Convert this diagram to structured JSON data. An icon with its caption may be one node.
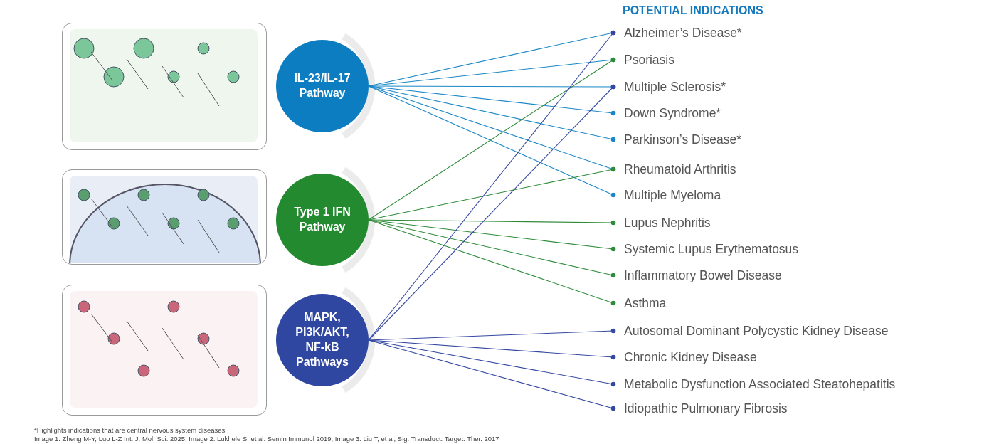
{
  "diagram": {
    "title": "POTENTIAL INDICATIONS",
    "nodes": [
      {
        "text": [],
        "shape": "picture"
      },
      {
        "text": [
          "IL-23/IL-17 Pathway"
        ]
      },
      {
        "text": [],
        "shape": "picture"
      },
      {
        "text": [
          "Type 1 IFN Pathway"
        ]
      },
      {
        "text": [],
        "shape": "picture"
      },
      {
        "text": [
          "MAPK, PI3K/AKT, NF-kB Pathways"
        ]
      },
      {
        "text": [
          "Alzheimer’s Disease*"
        ]
      },
      {
        "text": [
          "Psoriasis"
        ]
      },
      {
        "text": [
          "Multiple Sclerosis*"
        ]
      },
      {
        "text": [
          "Down Syndrome*"
        ]
      },
      {
        "text": [
          "Parkinson’s Disease*"
        ]
      },
      {
        "text": [
          "Rheumatoid Arthritis"
        ]
      },
      {
        "text": [
          "Multiple Myeloma"
        ]
      },
      {
        "text": [
          "Lupus Nephritis"
        ]
      },
      {
        "text": [
          "Systemic Lupus Erythematosus"
        ]
      },
      {
        "text": [
          "Inflammatory Bowel Disease"
        ]
      },
      {
        "text": [
          "Asthma"
        ]
      },
      {
        "text": [
          "Autosomal Dominant Polycystic Kidney Disease"
        ]
      },
      {
        "text": [
          "Chronic Kidney Disease"
        ]
      },
      {
        "text": [
          "Metabolic Dysfunction Associated Steatohepatitis"
        ]
      },
      {
        "text": [
          "Idiopathic Pulmonary Fibrosis"
        ]
      }
    ],
    "edges": [
      {
        "from": 1,
        "to": 6,
        "arrow": "other",
        "color": "#1a86c6"
      },
      {
        "from": 1,
        "to": 7,
        "arrow": "other",
        "color": "#1a86c6"
      },
      {
        "from": 1,
        "to": 8,
        "arrow": "other",
        "color": "#1a86c6"
      },
      {
        "from": 1,
        "to": 9,
        "arrow": "other",
        "color": "#1a86c6"
      },
      {
        "from": 1,
        "to": 10,
        "arrow": "other",
        "color": "#1a86c6"
      },
      {
        "from": 1,
        "to": 11,
        "arrow": "other",
        "color": "#1a86c6"
      },
      {
        "from": 1,
        "to": 12,
        "arrow": "other",
        "color": "#1a86c6"
      },
      {
        "from": 3,
        "to": 7,
        "arrow": "other",
        "color": "#2e8b3a"
      },
      {
        "from": 3,
        "to": 11,
        "arrow": "other",
        "color": "#2e8b3a"
      },
      {
        "from": 3,
        "to": 13,
        "arrow": "other",
        "color": "#2e8b3a"
      },
      {
        "from": 3,
        "to": 14,
        "arrow": "other",
        "color": "#2e8b3a"
      },
      {
        "from": 3,
        "to": 15,
        "arrow": "other",
        "color": "#2e8b3a"
      },
      {
        "from": 3,
        "to": 16,
        "arrow": "other",
        "color": "#2e8b3a"
      },
      {
        "from": 5,
        "to": 6,
        "arrow": "other",
        "color": "#3448a2"
      },
      {
        "from": 5,
        "to": 8,
        "arrow": "other",
        "color": "#3448a2"
      },
      {
        "from": 5,
        "to": 17,
        "arrow": "other",
        "color": "#3448a2"
      },
      {
        "from": 5,
        "to": 18,
        "arrow": "other",
        "color": "#3448a2"
      },
      {
        "from": 5,
        "to": 19,
        "arrow": "other",
        "color": "#3448a2"
      },
      {
        "from": 5,
        "to": 20,
        "arrow": "other",
        "color": "#3448a2"
      }
    ],
    "labels": [
      "*Highlights indications that are central nervous system diseases",
      "Image 1: Zheng M-Y, Luo L-Z Int. J. Mol. Sci. 2025; Image 2: Lukhele S, et al. Semin Immunol 2019; Image 3: Liu T, et al, Sig. Transduct. Target. Ther. 2017"
    ]
  }
}
